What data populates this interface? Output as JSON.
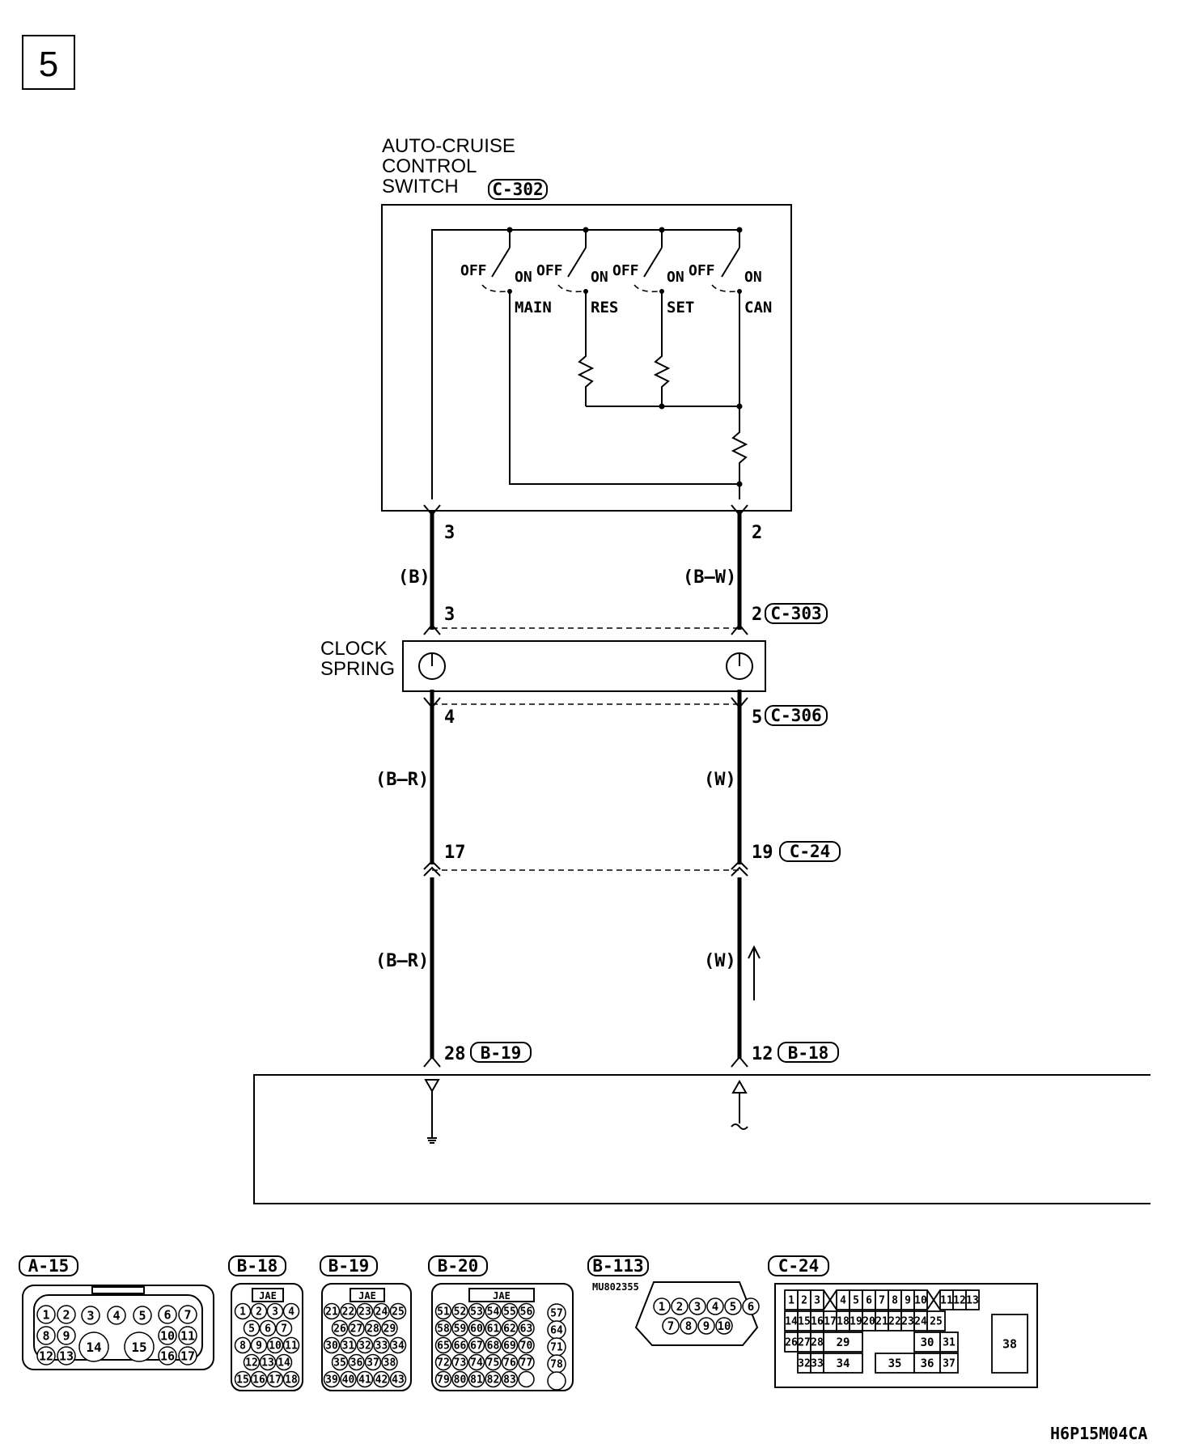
{
  "page_number": "5",
  "figure_code": "H6P15M04CA",
  "switch": {
    "title_lines": [
      "AUTO-CRUISE",
      "CONTROL",
      "SWITCH"
    ],
    "connector": "C-302",
    "off_label": "OFF",
    "on_label": "ON",
    "functions": [
      "MAIN",
      "RES",
      "SET",
      "CAN"
    ]
  },
  "left_circuit": {
    "pin_switch": "3",
    "wire_color_1": "(B)",
    "pin_clock_in": "3",
    "pin_clock_out": "4",
    "wire_color_2": "(B–R)",
    "pin_c24": "17",
    "wire_color_3": "(B–R)",
    "pin_ecu": "28",
    "ecu_connector": "B-19"
  },
  "right_circuit": {
    "pin_switch": "2",
    "wire_color_1": "(B–W)",
    "pin_clock_in": "2",
    "clock_in_connector": "C-303",
    "pin_clock_out": "5",
    "clock_out_connector": "C-306",
    "wire_color_2": "(W)",
    "pin_c24": "19",
    "c24_connector": "C-24",
    "wire_color_3": "(W)",
    "pin_ecu": "12",
    "ecu_connector": "B-18"
  },
  "clock_spring": {
    "lines": [
      "CLOCK",
      "SPRING"
    ]
  },
  "connector_views": [
    {
      "id": "A-15",
      "pins": [
        "1",
        "2",
        "3",
        "4",
        "5",
        "6",
        "7",
        "8",
        "9",
        "14",
        "15",
        "10",
        "11",
        "12",
        "13",
        "16",
        "17"
      ]
    },
    {
      "id": "B-18",
      "note": "JAE",
      "pins": [
        "1",
        "2",
        "3",
        "4",
        "5",
        "6",
        "7",
        "8",
        "9",
        "10",
        "11",
        "12",
        "13",
        "14",
        "15",
        "16",
        "17",
        "18"
      ]
    },
    {
      "id": "B-19",
      "note": "JAE",
      "pins": [
        "21",
        "22",
        "23",
        "24",
        "25",
        "26",
        "27",
        "28",
        "29",
        "30",
        "31",
        "32",
        "33",
        "34",
        "35",
        "36",
        "37",
        "38",
        "39",
        "40",
        "41",
        "42",
        "43"
      ]
    },
    {
      "id": "B-20",
      "note": "JAE",
      "pins": [
        "51",
        "52",
        "53",
        "54",
        "55",
        "56",
        "57",
        "58",
        "59",
        "60",
        "61",
        "62",
        "63",
        "64",
        "65",
        "66",
        "67",
        "68",
        "69",
        "70",
        "71",
        "72",
        "73",
        "74",
        "75",
        "76",
        "77",
        "78",
        "79",
        "80",
        "81",
        "82",
        "83"
      ]
    },
    {
      "id": "B-113",
      "note": "MU802355",
      "pins": [
        "1",
        "2",
        "3",
        "4",
        "5",
        "6",
        "7",
        "8",
        "9",
        "10"
      ]
    },
    {
      "id": "C-24",
      "pins": [
        "1",
        "2",
        "3",
        "4",
        "5",
        "6",
        "7",
        "8",
        "9",
        "10",
        "11",
        "12",
        "13",
        "14",
        "15",
        "16",
        "17",
        "18",
        "19",
        "20",
        "21",
        "22",
        "23",
        "24",
        "25",
        "26",
        "27",
        "28",
        "29",
        "30",
        "31",
        "32",
        "33",
        "34",
        "35",
        "36",
        "37",
        "38"
      ]
    }
  ]
}
